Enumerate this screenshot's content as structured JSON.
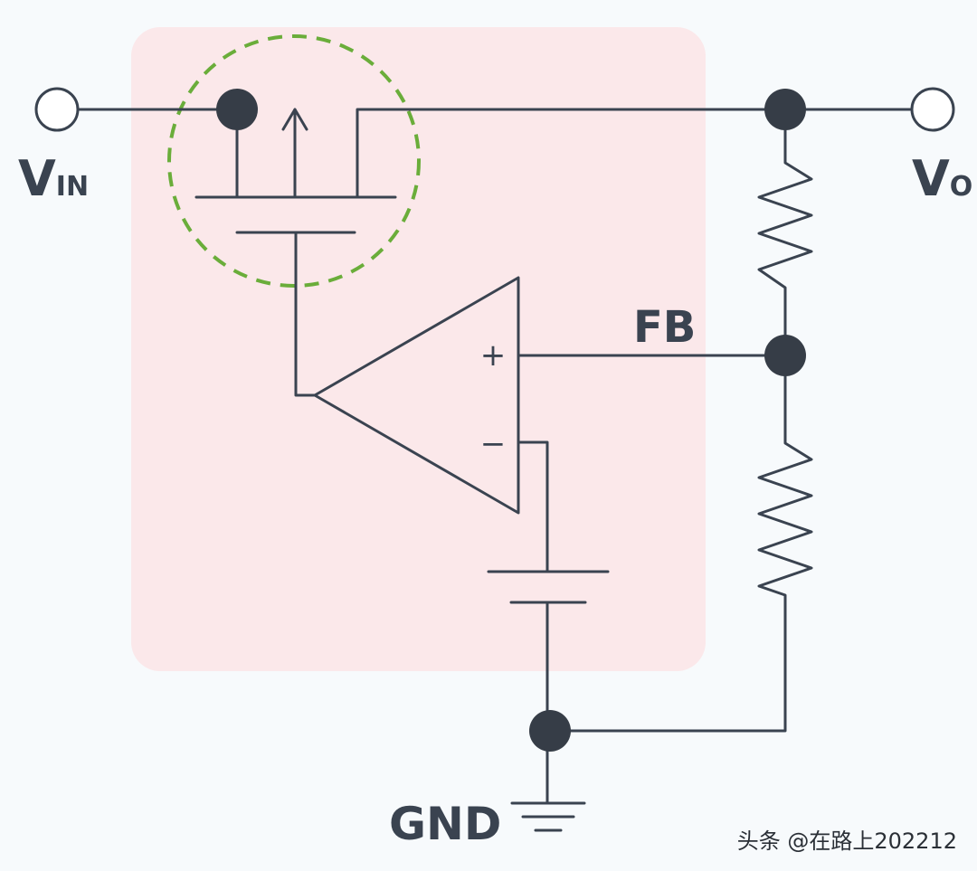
{
  "labels": {
    "vin_main": "V",
    "vin_sub": "IN",
    "vo_main": "V",
    "vo_sub": "O",
    "fb": "FB",
    "gnd": "GND",
    "plus": "+",
    "minus": "−"
  },
  "watermark": "头条 @在路上202212",
  "colors": {
    "ic_block": "#fbe8ea",
    "wire": "#3a4350",
    "node": "#363d47",
    "mosfet_highlight": "#6aad3a",
    "background": "#f7fafc"
  }
}
